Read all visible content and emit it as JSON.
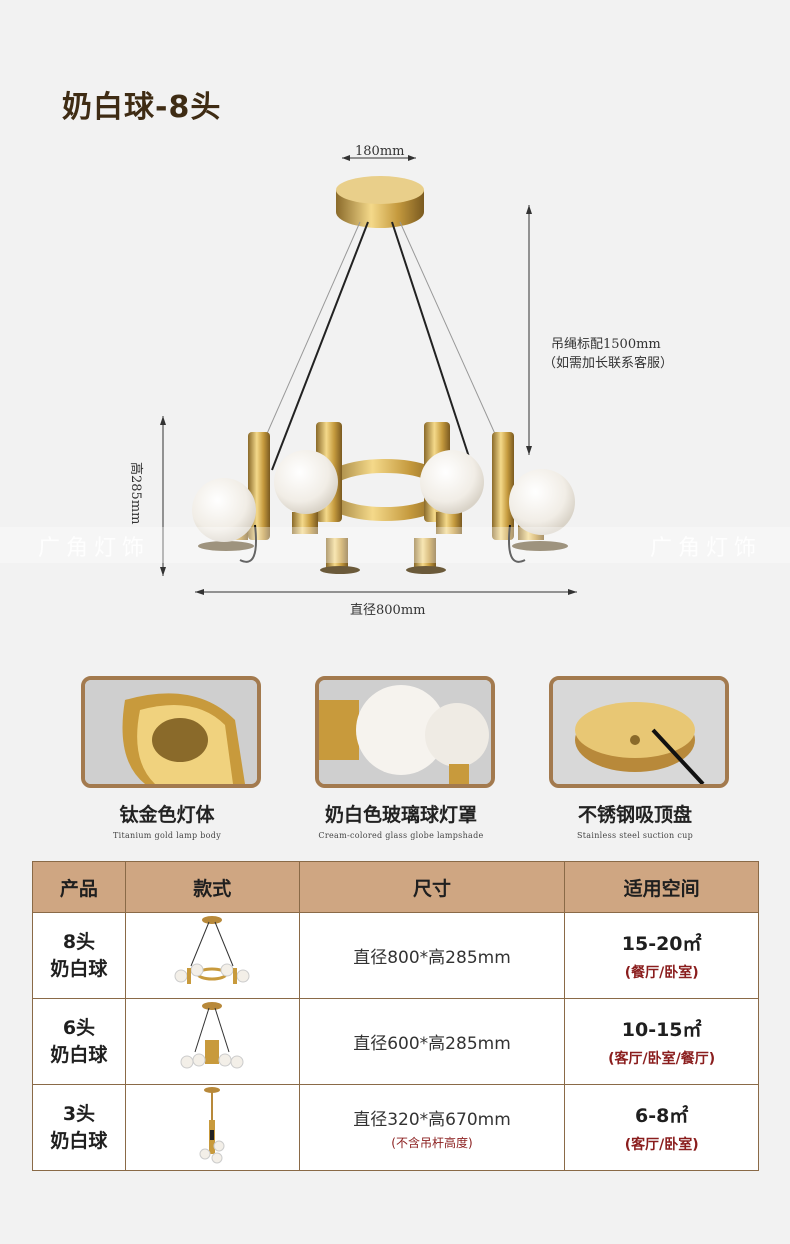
{
  "title": "奶白球-8头",
  "dimensions": {
    "top_width": "180mm",
    "cord_line1": "吊绳标配1500mm",
    "cord_line2": "（如需加长联系客服）",
    "height": "高285mm",
    "diameter": "直径800mm"
  },
  "watermark": "广角灯饰",
  "features": [
    {
      "label": "钛金色灯体",
      "sub": "Titanium gold lamp body",
      "icon": "lamp-body-closeup"
    },
    {
      "label": "奶白色玻璃球灯罩",
      "sub": "Cream-colored glass globe lampshade",
      "icon": "glass-globe-closeup"
    },
    {
      "label": "不锈钢吸顶盘",
      "sub": "Stainless steel suction cup",
      "icon": "ceiling-plate-closeup"
    }
  ],
  "table": {
    "headers": [
      "产品",
      "款式",
      "尺寸",
      "适用空间"
    ],
    "rows": [
      {
        "name_line1": "8头",
        "name_line2": "奶白球",
        "size": "直径800*高285mm",
        "note": "",
        "area": "15-20㎡",
        "rooms": "(餐厅/卧室)"
      },
      {
        "name_line1": "6头",
        "name_line2": "奶白球",
        "size": "直径600*高285mm",
        "note": "",
        "area": "10-15㎡",
        "rooms": "(客厅/卧室/餐厅)"
      },
      {
        "name_line1": "3头",
        "name_line2": "奶白球",
        "size": "直径320*高670mm",
        "note": "(不含吊杆高度)",
        "area": "6-8㎡",
        "rooms": "(客厅/卧室)"
      }
    ]
  }
}
